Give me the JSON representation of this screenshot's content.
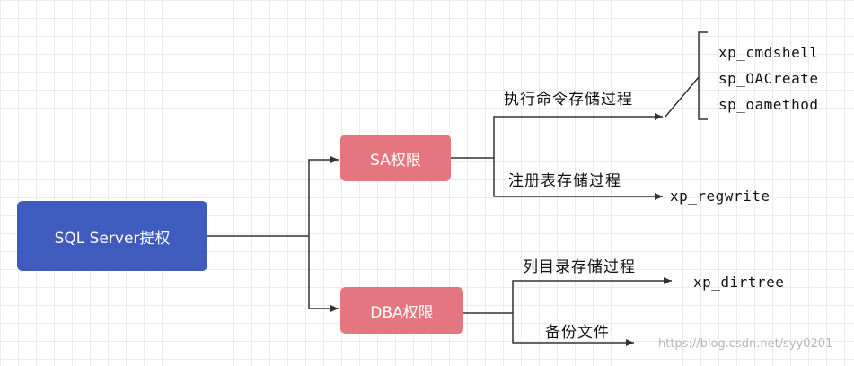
{
  "root": {
    "label": "SQL Server提权"
  },
  "branches": [
    {
      "label": "SA权限",
      "groups": [
        {
          "label": "执行命令存储过程",
          "procedures": [
            "xp_cmdshell",
            "sp_OACreate",
            "sp_oamethod"
          ]
        },
        {
          "label": "注册表存储过程",
          "procedures": [
            "xp_regwrite"
          ]
        }
      ]
    },
    {
      "label": "DBA权限",
      "groups": [
        {
          "label": "列目录存储过程",
          "procedures": [
            "xp_dirtree"
          ]
        },
        {
          "label": "备份文件",
          "procedures": []
        }
      ]
    }
  ],
  "watermark": "https://blog.csdn.net/syy0201",
  "colors": {
    "root": "#3f5bbd",
    "permission": "#e5767f",
    "line": "#333333",
    "grid": "#ececec"
  }
}
